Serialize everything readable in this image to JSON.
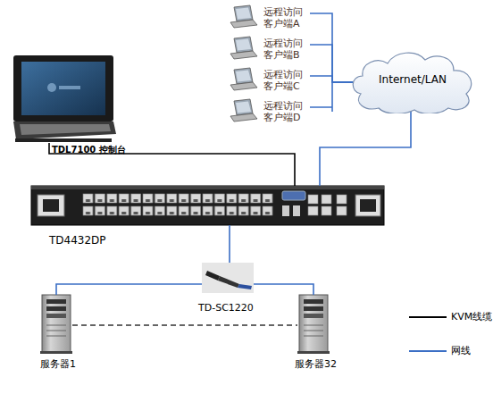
{
  "diagram": {
    "nodes": [
      {
        "text": [
          "远程访问 客户端A"
        ]
      },
      {
        "text": [
          "远程访问 客户端B"
        ]
      },
      {
        "text": [
          "远程访问 客户端C"
        ]
      },
      {
        "text": [
          "远程访问 客户端D"
        ]
      },
      {
        "text": [
          "Internet/LAN"
        ]
      },
      {
        "text": [
          "TDL7100 控制台"
        ]
      },
      {
        "text": [
          "TD4432DP"
        ]
      },
      {
        "text": [
          "TD-SC1220"
        ]
      },
      {
        "text": [
          "服务器1"
        ]
      },
      {
        "text": [
          "服务器32"
        ]
      }
    ],
    "edges": [
      {
        "from": 0,
        "to": 4,
        "arrow": "none"
      },
      {
        "from": 1,
        "to": 4,
        "arrow": "none"
      },
      {
        "from": 2,
        "to": 4,
        "arrow": "none"
      },
      {
        "from": 3,
        "to": 4,
        "arrow": "none"
      },
      {
        "from": 4,
        "to": 6,
        "arrow": "none"
      },
      {
        "from": 5,
        "to": 6,
        "arrow": "none"
      },
      {
        "from": 6,
        "to": 7,
        "arrow": "none"
      },
      {
        "from": 7,
        "to": 8,
        "arrow": "none"
      },
      {
        "from": 7,
        "to": 9,
        "arrow": "none"
      },
      {
        "from": 8,
        "to": 9,
        "arrow": "none"
      }
    ],
    "legend": [
      {
        "text": "KVM线缆"
      },
      {
        "text": "网线"
      }
    ]
  }
}
